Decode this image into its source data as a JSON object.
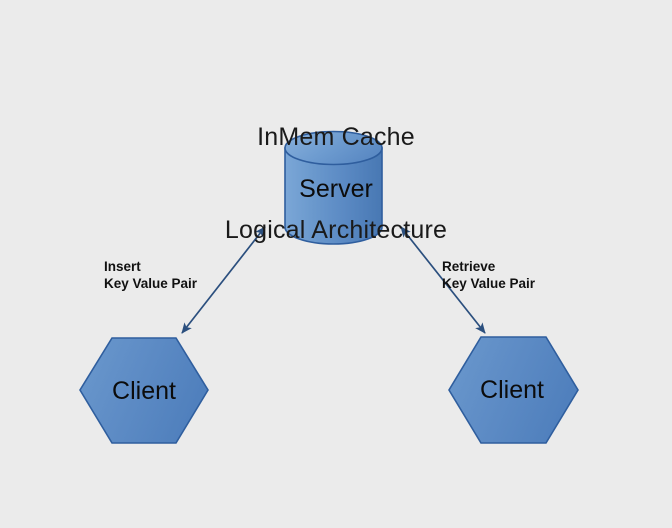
{
  "diagram": {
    "background_color": "#ebebeb",
    "title": {
      "line1": "InMem Cache",
      "line2": "Logical Architecture"
    },
    "palette": {
      "shape_fill_light": "#7ba7d7",
      "shape_fill_mid": "#5b8ac4",
      "shape_fill_dark": "#4a7ab5",
      "shape_stroke": "#2f5e9e",
      "arrow_color": "#2b4f7e",
      "text_color": "#111111",
      "background": "#ebebeb"
    },
    "nodes": [
      {
        "id": "server",
        "label": "Server",
        "shape": "cylinder",
        "role": "cache-server"
      },
      {
        "id": "client-left",
        "label": "Client",
        "shape": "hexagon",
        "role": "writer-client"
      },
      {
        "id": "client-right",
        "label": "Client",
        "shape": "hexagon",
        "role": "reader-client"
      }
    ],
    "edges": [
      {
        "id": "edge-insert",
        "from": "client-left",
        "to": "server",
        "direction": "bidirectional",
        "label_line1": "Insert",
        "label_line2": "Key Value Pair"
      },
      {
        "id": "edge-retrieve",
        "from": "client-right",
        "to": "server",
        "direction": "bidirectional",
        "label_line1": "Retrieve",
        "label_line2": "Key Value Pair"
      }
    ]
  }
}
